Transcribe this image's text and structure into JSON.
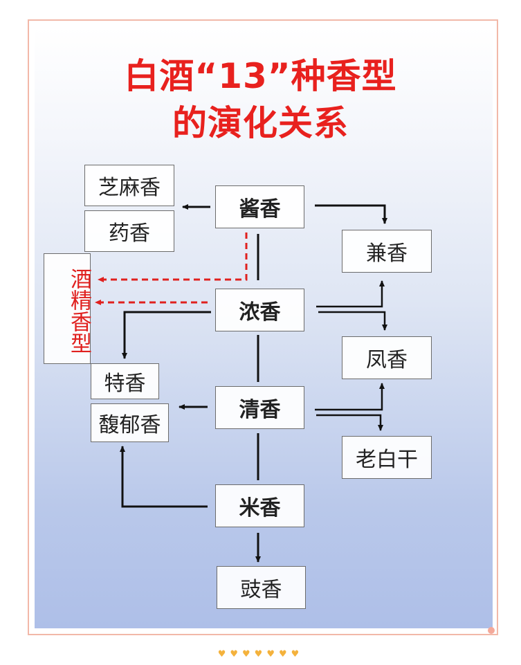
{
  "title": {
    "line1": "白酒“13”种香型",
    "line2": "的演化关系"
  },
  "aromas": {
    "jiang": "酱香",
    "nong": "浓香",
    "qing": "清香",
    "mi": "米香",
    "zhima": "芝麻香",
    "yao": "药香",
    "jian": "兼香",
    "feng": "凤香",
    "laobaigan": "老白干",
    "te": "特香",
    "fuyu": "馥郁香",
    "chi": "豉香",
    "alcohol": "酒精香型"
  },
  "colors": {
    "title": "#e8211e",
    "dashed_arrow": "#e0201e",
    "arrow": "#111111"
  },
  "decoration": {
    "hearts_icon": "heart-icon"
  }
}
